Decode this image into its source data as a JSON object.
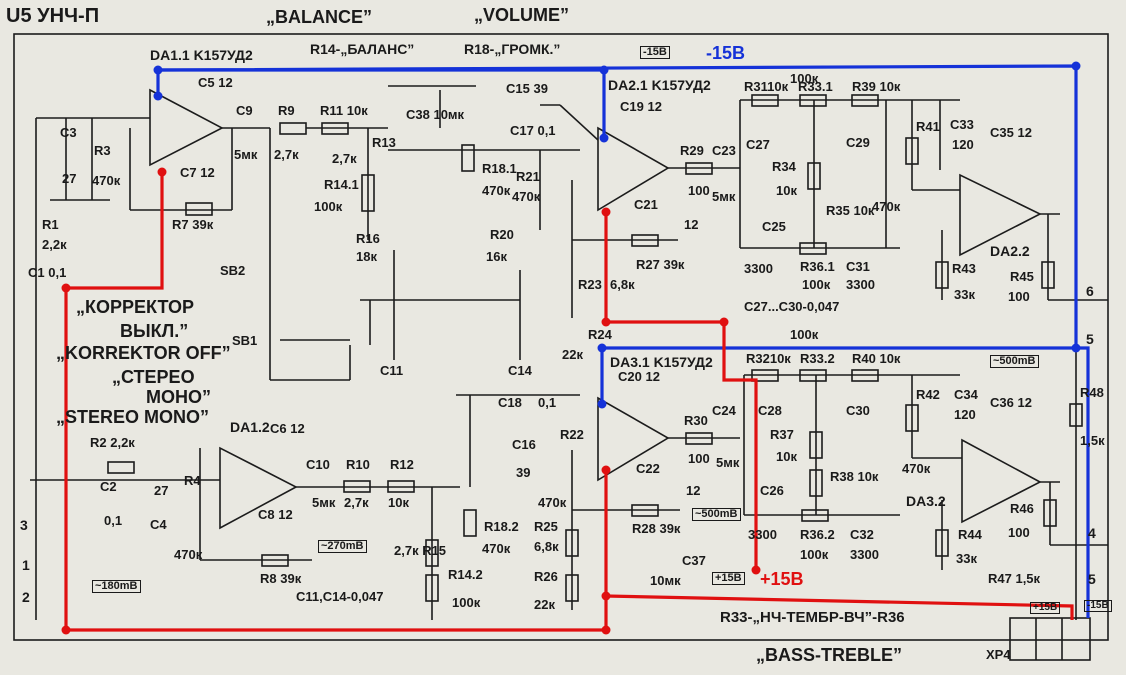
{
  "header": {
    "block": "U5 УНЧ-П",
    "balance": "„BALANCE”",
    "volume": "„VOLUME”",
    "r14": "R14-„БАЛАНС”",
    "r18": "R18-„ГРОМК.”"
  },
  "rails": {
    "neg": "-15B",
    "pos": "+15B",
    "neg_box": "-15B",
    "pos_box": "+15B",
    "pos_box2": "+15B",
    "neg_box2": "-15B",
    "color_neg": "#1532d8",
    "color_pos": "#e01010"
  },
  "chips": {
    "da11": "DA1.1 K157УД2",
    "da12": "DA1.2",
    "da21": "DA2.1 K157УД2",
    "da22": "DA2.2",
    "da31": "DA3.1 K157УД2",
    "da32": "DA3.2"
  },
  "components": [
    {
      "id": "c512",
      "text": "C5 12"
    },
    {
      "id": "c3",
      "text": "C3"
    },
    {
      "id": "c3v",
      "text": "27"
    },
    {
      "id": "r3",
      "text": "R3"
    },
    {
      "id": "r3v",
      "text": "470к"
    },
    {
      "id": "c712",
      "text": "C7 12"
    },
    {
      "id": "r7",
      "text": "R7 39к"
    },
    {
      "id": "r1",
      "text": "R1"
    },
    {
      "id": "r1v",
      "text": "2,2к"
    },
    {
      "id": "c1",
      "text": "C1 0,1"
    },
    {
      "id": "c9",
      "text": "C9"
    },
    {
      "id": "c9v",
      "text": "5мк"
    },
    {
      "id": "r9",
      "text": "R9"
    },
    {
      "id": "r9v",
      "text": "2,7к"
    },
    {
      "id": "r11",
      "text": "R11 10к"
    },
    {
      "id": "r13v",
      "text": "2,7к"
    },
    {
      "id": "r13",
      "text": "R13"
    },
    {
      "id": "r141",
      "text": "R14.1"
    },
    {
      "id": "r141v",
      "text": "100к"
    },
    {
      "id": "r16",
      "text": "R16"
    },
    {
      "id": "r16v",
      "text": "18к"
    },
    {
      "id": "c38",
      "text": "C38 10мк"
    },
    {
      "id": "c15",
      "text": "C15 39"
    },
    {
      "id": "c17",
      "text": "C17 0,1"
    },
    {
      "id": "r181",
      "text": "R18.1"
    },
    {
      "id": "r181v",
      "text": "470к"
    },
    {
      "id": "r21",
      "text": "R21"
    },
    {
      "id": "r21v",
      "text": "470к"
    },
    {
      "id": "r20",
      "text": "R20"
    },
    {
      "id": "r20v",
      "text": "16к"
    },
    {
      "id": "r23",
      "text": "R23"
    },
    {
      "id": "r23v",
      "text": "6,8к"
    },
    {
      "id": "r24",
      "text": "R24"
    },
    {
      "id": "r24v",
      "text": "22к"
    },
    {
      "id": "c19",
      "text": "C19 12"
    },
    {
      "id": "c21",
      "text": "C21"
    },
    {
      "id": "c21v",
      "text": "12"
    },
    {
      "id": "r27",
      "text": "R27 39к"
    },
    {
      "id": "r29",
      "text": "R29"
    },
    {
      "id": "r29v",
      "text": "100"
    },
    {
      "id": "c23",
      "text": "C23"
    },
    {
      "id": "c23v",
      "text": "5мк"
    },
    {
      "id": "r31",
      "text": "R3110к"
    },
    {
      "id": "r331",
      "text": "R33.1"
    },
    {
      "id": "r39",
      "text": "R39 10к"
    },
    {
      "id": "c27",
      "text": "C27"
    },
    {
      "id": "c29",
      "text": "C29"
    },
    {
      "id": "r34",
      "text": "R34"
    },
    {
      "id": "r34v",
      "text": "10к"
    },
    {
      "id": "r35",
      "text": "R35 10к"
    },
    {
      "id": "c25",
      "text": "C25"
    },
    {
      "id": "c25v",
      "text": "3300"
    },
    {
      "id": "r361",
      "text": "R36.1"
    },
    {
      "id": "r361v",
      "text": "100к"
    },
    {
      "id": "c31",
      "text": "C31"
    },
    {
      "id": "c31v",
      "text": "3300"
    },
    {
      "id": "r41",
      "text": "R41"
    },
    {
      "id": "r41v",
      "text": "470к"
    },
    {
      "id": "c33",
      "text": "C33"
    },
    {
      "id": "c33v",
      "text": "120"
    },
    {
      "id": "c35",
      "text": "C35 12"
    },
    {
      "id": "r43",
      "text": "R43"
    },
    {
      "id": "r43v",
      "text": "33к"
    },
    {
      "id": "r45",
      "text": "R45"
    },
    {
      "id": "r45v",
      "text": "100"
    },
    {
      "id": "c2730",
      "text": "C27...C30-0,047"
    },
    {
      "id": "r100a",
      "text": "100к"
    },
    {
      "id": "r100b",
      "text": "100к"
    },
    {
      "id": "c20",
      "text": "C20 12"
    },
    {
      "id": "c18",
      "text": "C18"
    },
    {
      "id": "c18v",
      "text": "0,1"
    },
    {
      "id": "c16",
      "text": "C16"
    },
    {
      "id": "c16v",
      "text": "39"
    },
    {
      "id": "r22",
      "text": "R22"
    },
    {
      "id": "r22v",
      "text": "470к"
    },
    {
      "id": "r25",
      "text": "R25"
    },
    {
      "id": "r25v",
      "text": "6,8к"
    },
    {
      "id": "r26",
      "text": "R26"
    },
    {
      "id": "r26v",
      "text": "22к"
    },
    {
      "id": "c22",
      "text": "C22"
    },
    {
      "id": "c22v",
      "text": "12"
    },
    {
      "id": "r28",
      "text": "R28 39к"
    },
    {
      "id": "r30",
      "text": "R30"
    },
    {
      "id": "r30v",
      "text": "100"
    },
    {
      "id": "c24",
      "text": "C24"
    },
    {
      "id": "c24v",
      "text": "5мк"
    },
    {
      "id": "c37",
      "text": "C37"
    },
    {
      "id": "c37v",
      "text": "10мк"
    },
    {
      "id": "r32",
      "text": "R3210к"
    },
    {
      "id": "r332",
      "text": "R33.2"
    },
    {
      "id": "r40",
      "text": "R40 10к"
    },
    {
      "id": "c28",
      "text": "C28"
    },
    {
      "id": "c30",
      "text": "C30"
    },
    {
      "id": "r37",
      "text": "R37"
    },
    {
      "id": "r37v",
      "text": "10к"
    },
    {
      "id": "r38",
      "text": "R38 10к"
    },
    {
      "id": "c26",
      "text": "C26"
    },
    {
      "id": "c26v",
      "text": "3300"
    },
    {
      "id": "r362",
      "text": "R36.2"
    },
    {
      "id": "r362v",
      "text": "100к"
    },
    {
      "id": "c32",
      "text": "C32"
    },
    {
      "id": "c32v",
      "text": "3300"
    },
    {
      "id": "r42",
      "text": "R42"
    },
    {
      "id": "r42v",
      "text": "470к"
    },
    {
      "id": "c34",
      "text": "C34"
    },
    {
      "id": "c34v",
      "text": "120"
    },
    {
      "id": "c36",
      "text": "C36 12"
    },
    {
      "id": "r44",
      "text": "R44"
    },
    {
      "id": "r44v",
      "text": "33к"
    },
    {
      "id": "r46",
      "text": "R46"
    },
    {
      "id": "r46v",
      "text": "100"
    },
    {
      "id": "r47",
      "text": "R47 1,5к"
    },
    {
      "id": "r48",
      "text": "R48"
    },
    {
      "id": "r48v",
      "text": "1,5к"
    },
    {
      "id": "c6",
      "text": "C6 12"
    },
    {
      "id": "r2",
      "text": "R2 2,2к"
    },
    {
      "id": "c2",
      "text": "C2"
    },
    {
      "id": "c2v",
      "text": "0,1"
    },
    {
      "id": "c4v",
      "text": "27"
    },
    {
      "id": "c4",
      "text": "C4"
    },
    {
      "id": "r4",
      "text": "R4"
    },
    {
      "id": "r4v",
      "text": "470к"
    },
    {
      "id": "c8",
      "text": "C8 12"
    },
    {
      "id": "r8",
      "text": "R8 39к"
    },
    {
      "id": "c10",
      "text": "C10"
    },
    {
      "id": "c10v",
      "text": "5мк"
    },
    {
      "id": "r10",
      "text": "R10"
    },
    {
      "id": "r10v",
      "text": "2,7к"
    },
    {
      "id": "r12",
      "text": "R12"
    },
    {
      "id": "r12v",
      "text": "10к"
    },
    {
      "id": "r15",
      "text": "2,7к R15"
    },
    {
      "id": "r142",
      "text": "R14.2"
    },
    {
      "id": "r142v",
      "text": "100к"
    },
    {
      "id": "r182",
      "text": "R18.2"
    },
    {
      "id": "r182v",
      "text": "470к"
    },
    {
      "id": "c1114",
      "text": "C11,C14-0,047"
    },
    {
      "id": "c11",
      "text": "C11"
    },
    {
      "id": "c14",
      "text": "C14"
    },
    {
      "id": "sb2",
      "text": "SB2"
    },
    {
      "id": "sb1",
      "text": "SB1"
    }
  ],
  "notes": {
    "corrector_ru1": "„КОРРЕКТОР",
    "corrector_ru2": "ВЫКЛ.”",
    "corrector_en": "„KORREKTOR OFF”",
    "stereo_ru": "„СТЕРЕО",
    "mono_ru": "МОНО”",
    "stereo_en": "„STEREO MONO”",
    "tone_ru": "R33-„НЧ-ТЕМБР-ВЧ”-R36",
    "tone_en": "„BASS-TREBLE”"
  },
  "measurements": {
    "m500a": "~500mB",
    "m500b": "~500mB",
    "m270": "~270mB",
    "m180": "~180mB"
  },
  "connector": {
    "name": "XP4",
    "pins_left": [
      "3",
      "1",
      "2"
    ],
    "pins_right": [
      "6",
      "5",
      "4",
      "5"
    ]
  }
}
